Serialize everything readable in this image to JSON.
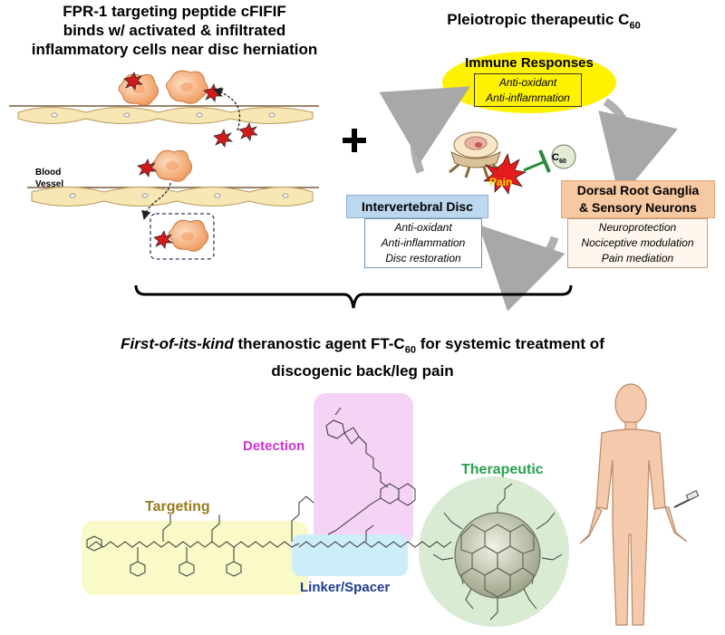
{
  "left_panel": {
    "title_line1": "FPR-1 targeting peptide cFIFIF",
    "title_line2": "binds w/ activated & infiltrated",
    "title_line3": "inflammatory cells near disc herniation",
    "vessel_label_line1": "Blood",
    "vessel_label_line2": "Vessel"
  },
  "plus_sign": "+",
  "right_panel": {
    "title": "Pleiotropic therapeutic C",
    "title_sub": "60",
    "immune": {
      "heading": "Immune Responses",
      "items": [
        "Anti-oxidant",
        "Anti-inflammation"
      ]
    },
    "disc": {
      "heading": "Intervertebral Disc",
      "items": [
        "Anti-oxidant",
        "Anti-inflammation",
        "Disc restoration"
      ]
    },
    "drg": {
      "heading_line1": "Dorsal Root Ganglia",
      "heading_line2": "& Sensory Neurons",
      "items": [
        "Neuroprotection",
        "Nociceptive modulation",
        "Pain mediation"
      ]
    },
    "pain_label": "Pain",
    "c60_label": "C",
    "c60_sub": "60"
  },
  "bottom": {
    "title_italic": "First-of-its-kind",
    "title_mid": " theranostic agent FT-C",
    "title_sub": "60",
    "title_end": " for systemic treatment of",
    "title_line2": "discogenic back/leg pain",
    "labels": {
      "detection": "Detection",
      "targeting": "Targeting",
      "therapeutic": "Therapeutic",
      "linker": "Linker/Spacer"
    }
  },
  "colors": {
    "immune_yellow": "#fff200",
    "disc_blue": "#bcd7ee",
    "drg_orange": "#f6c9a3",
    "detection_pink": "#f4d3f4",
    "targeting_yellow": "#fafac8",
    "linker_cyan": "#cdeef8",
    "therapeutic_green": "#d9ebd2",
    "cell_orange": "#f6b88a",
    "vessel_tan": "#f7e7b5",
    "starburst_red": "#d21a1a"
  }
}
